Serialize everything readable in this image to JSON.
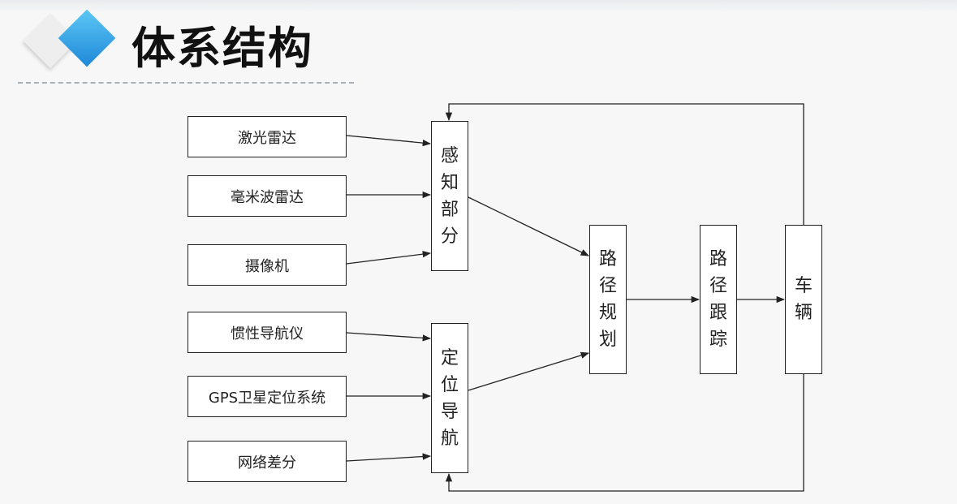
{
  "header": {
    "title": "体系结构",
    "logo_colors": {
      "primary": "#2aa5ec",
      "secondary": "#eeeeee"
    }
  },
  "diagram": {
    "inputs": {
      "laser_radar": "激光雷达",
      "mmwave_radar": "毫米波雷达",
      "camera": "摄像机",
      "imu": "惯性导航仪",
      "gps": "GPS卫星定位系统",
      "network_diff": "网络差分"
    },
    "blocks": {
      "perception": "感知部分",
      "localization": "定位导航",
      "path_planning": "路径规划",
      "path_tracking": "路径跟踪",
      "vehicle": "车辆"
    },
    "edges": [
      [
        "laser_radar",
        "perception"
      ],
      [
        "mmwave_radar",
        "perception"
      ],
      [
        "camera",
        "perception"
      ],
      [
        "imu",
        "localization"
      ],
      [
        "gps",
        "localization"
      ],
      [
        "network_diff",
        "localization"
      ],
      [
        "perception",
        "path_planning"
      ],
      [
        "localization",
        "path_planning"
      ],
      [
        "path_planning",
        "path_tracking"
      ],
      [
        "path_tracking",
        "vehicle"
      ],
      [
        "vehicle",
        "perception"
      ],
      [
        "vehicle",
        "localization"
      ]
    ],
    "line_color": "#222222"
  }
}
